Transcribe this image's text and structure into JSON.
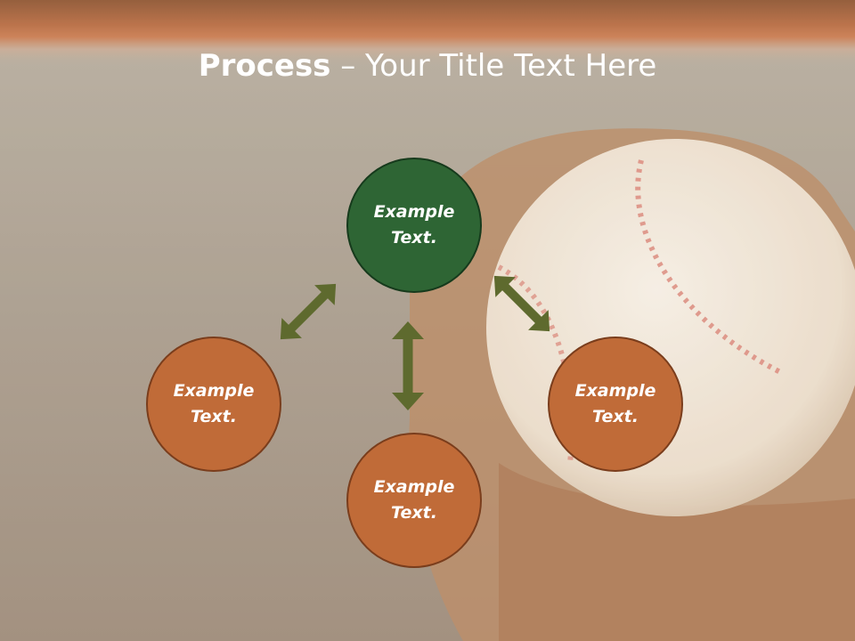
{
  "title": {
    "bold": "Process",
    "rest": " – Your Title Text Here"
  },
  "nodes": {
    "center": "Example Text.",
    "left": "Example Text.",
    "right": "Example Text.",
    "bottom": "Example Text."
  },
  "colors": {
    "banner": "#b5653a",
    "node_center": "#2e6534",
    "node_outer": "#c06b38",
    "arrow": "#5e6a2e"
  }
}
